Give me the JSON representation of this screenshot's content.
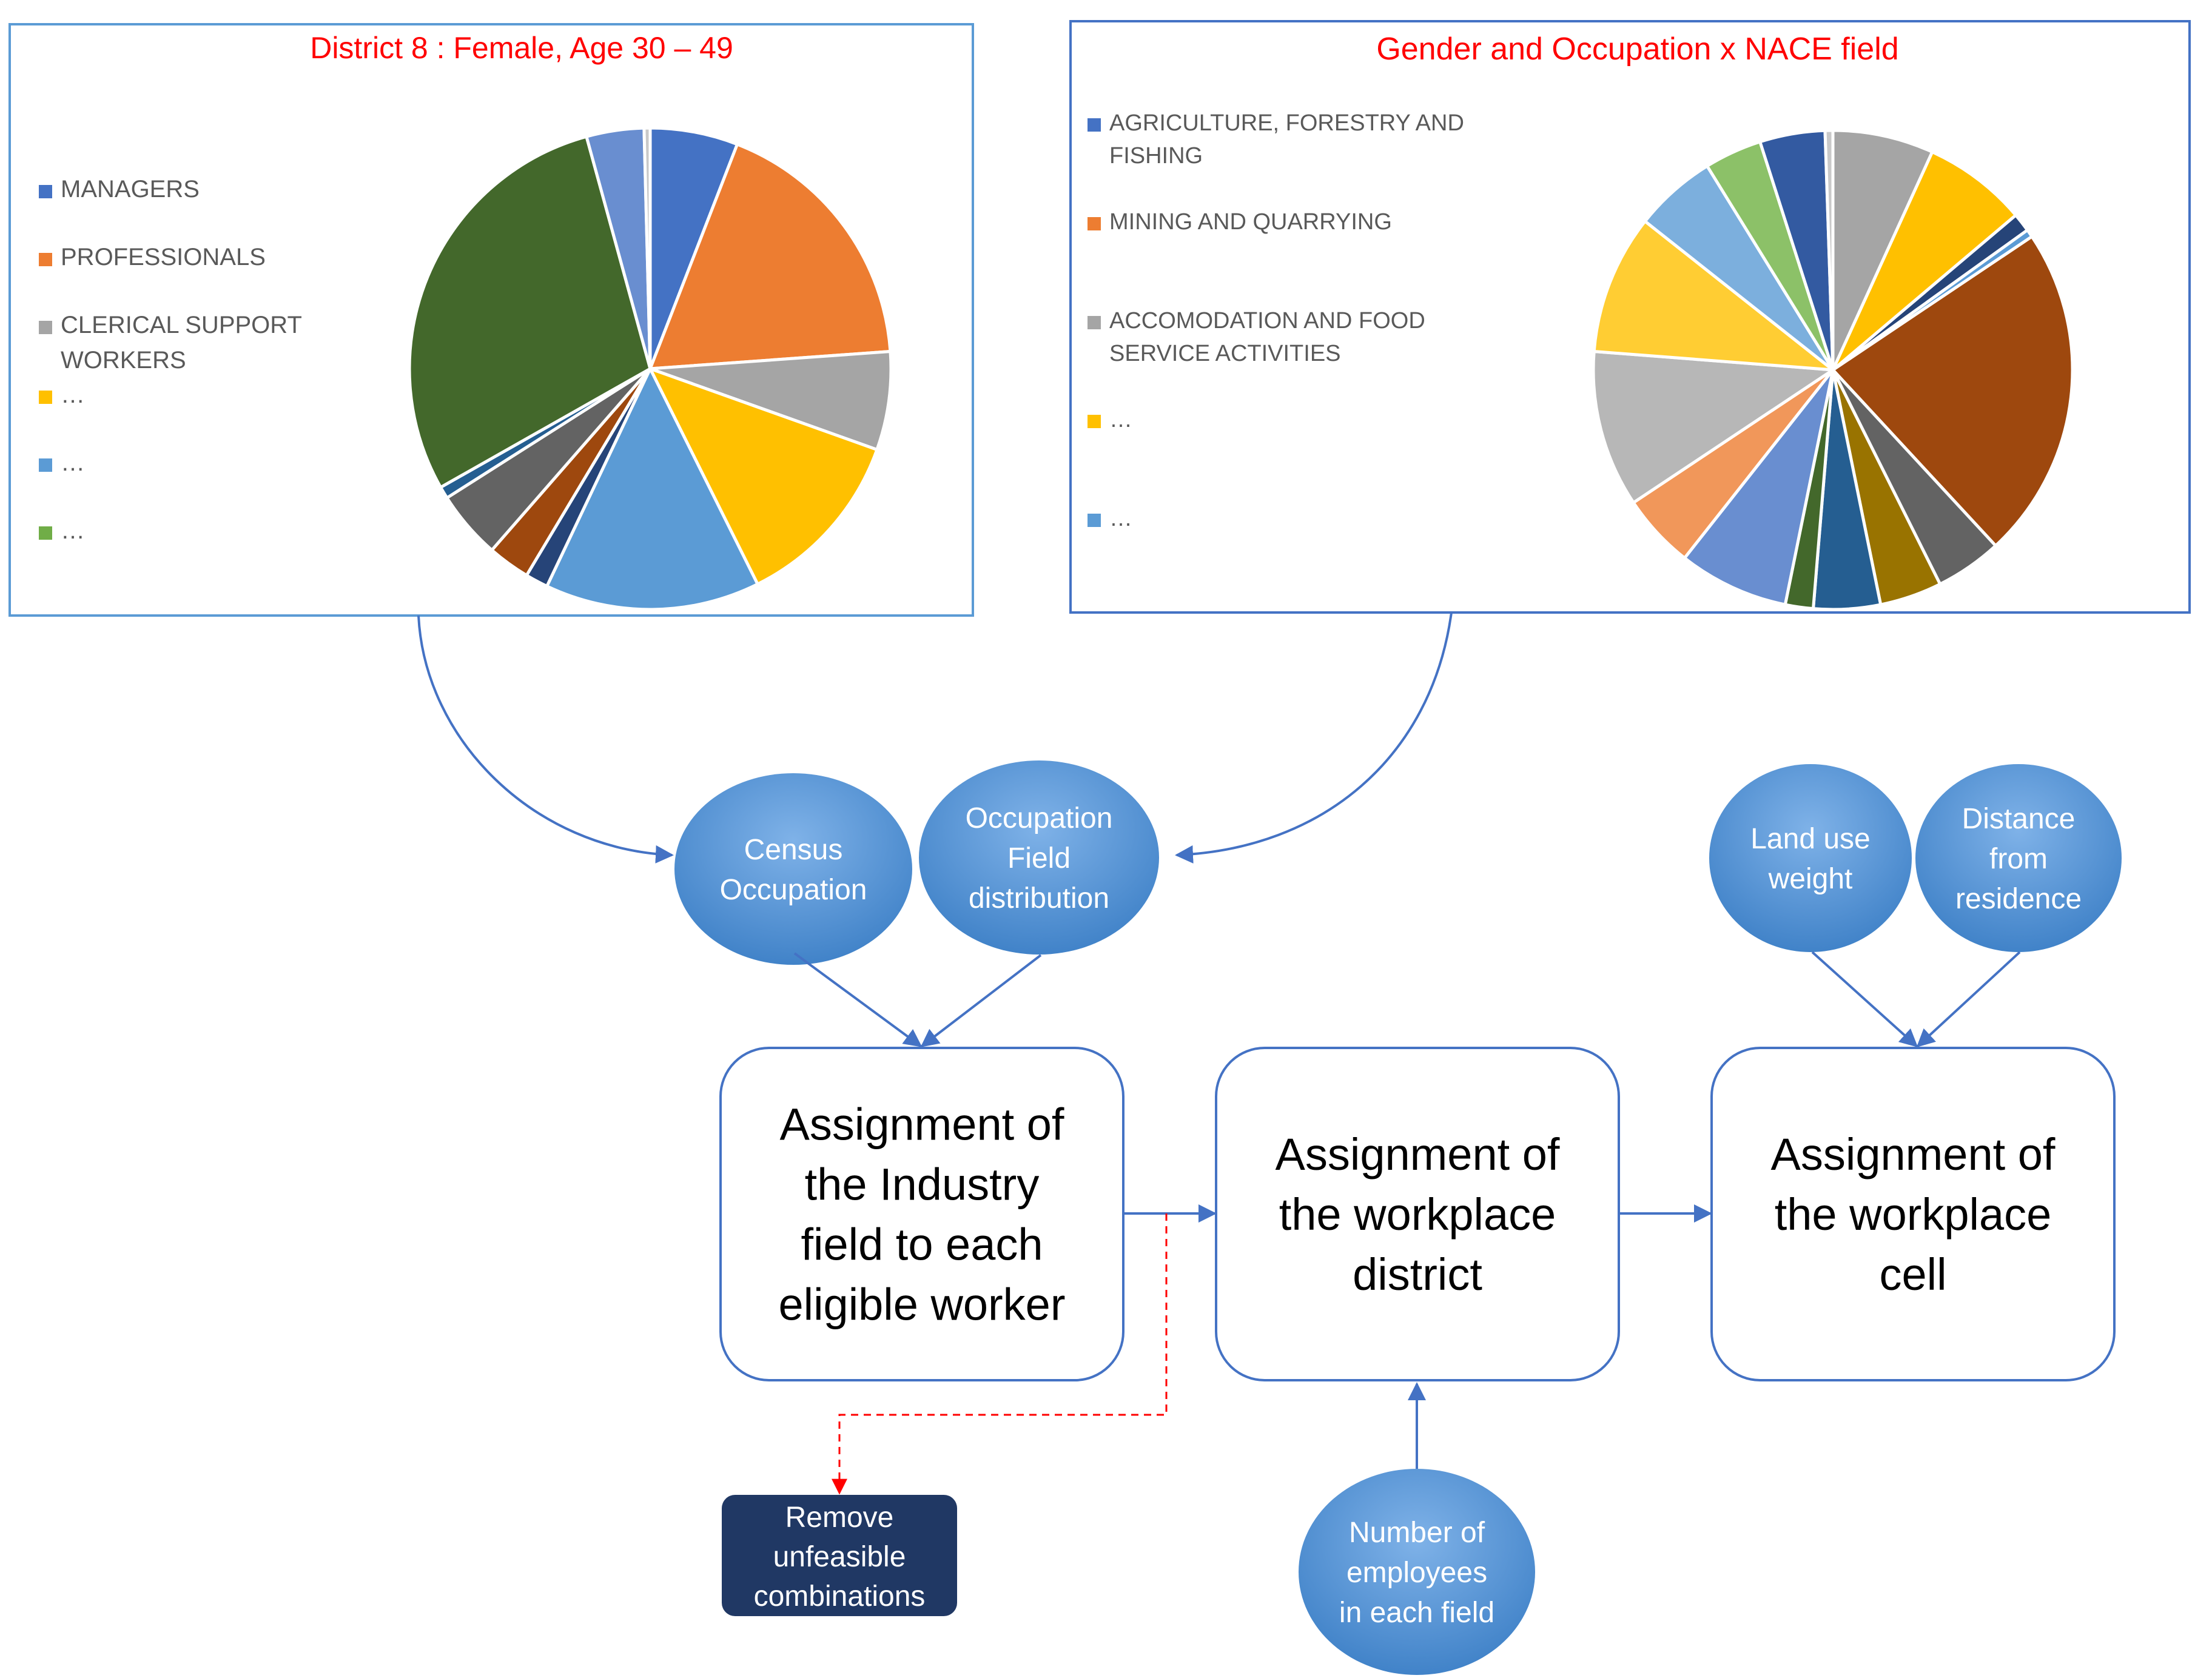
{
  "left_chart": {
    "title": "District 8 : Female, Age  30 – 49",
    "legend": [
      {
        "label_lines": [
          "MANAGERS"
        ],
        "color": "#4472C4"
      },
      {
        "label_lines": [
          "PROFESSIONALS"
        ],
        "color": "#ED7D31"
      },
      {
        "label_lines": [
          "CLERICAL SUPPORT",
          "WORKERS"
        ],
        "color": "#A5A5A5"
      },
      {
        "label_lines": [
          "…"
        ],
        "color": "#FFC000"
      },
      {
        "label_lines": [
          "…"
        ],
        "color": "#5B9BD5"
      },
      {
        "label_lines": [
          "…"
        ],
        "color": "#70AD47"
      }
    ]
  },
  "right_chart": {
    "title": "Gender and Occupation x NACE field",
    "legend": [
      {
        "label_lines": [
          "AGRICULTURE, FORESTRY AND",
          "FISHING"
        ],
        "color": "#4472C4"
      },
      {
        "label_lines": [
          "MINING AND QUARRYING"
        ],
        "color": "#ED7D31"
      },
      {
        "label_lines": [
          "ACCOMODATION AND FOOD",
          "SERVICE ACTIVITIES"
        ],
        "color": "#A5A5A5"
      },
      {
        "label_lines": [
          "…"
        ],
        "color": "#FFC000"
      },
      {
        "label_lines": [
          "…"
        ],
        "color": "#5B9BD5"
      }
    ]
  },
  "chart_data": [
    {
      "type": "pie",
      "title": "District 8 : Female, Age  30 – 49",
      "categories": [
        "MANAGERS",
        "PROFESSIONALS",
        "CLERICAL SUPPORT WORKERS",
        "…",
        "…",
        "…",
        "",
        "",
        "",
        "",
        "",
        "",
        "",
        ""
      ],
      "values": [
        5.8,
        17.7,
        6.5,
        12.0,
        14.2,
        1.5,
        2.8,
        4.5,
        0.8,
        28.5,
        3.8,
        0.4,
        0,
        0
      ],
      "colors": [
        "#4472C4",
        "#ED7D31",
        "#A5A5A5",
        "#FFC000",
        "#5B9BD5",
        "#264478",
        "#9E480E",
        "#636363",
        "#255E91",
        "#43682B",
        "#698ED0",
        "#C9C9C9"
      ],
      "legend_position": "left"
    },
    {
      "type": "pie",
      "title": "Gender and Occupation x NACE field",
      "categories": [
        "AGRICULTURE, FORESTRY AND FISHING",
        "MINING AND QUARRYING",
        "ACCOMODATION AND FOOD SERVICE ACTIVITIES",
        "…",
        "…"
      ],
      "values": [
        6.5,
        6.7,
        1.2,
        0.5,
        21.5,
        4.3,
        4.0,
        4.3,
        1.8,
        7.1,
        4.8,
        10.1,
        9.0,
        5.3,
        3.7,
        4.2,
        0.5
      ],
      "colors": [
        "#A5A5A5",
        "#FFC000",
        "#264478",
        "#5B9BD5",
        "#9E480E",
        "#636363",
        "#997300",
        "#255E91",
        "#43682B",
        "#698ED0",
        "#F1975A",
        "#B7B7B7",
        "#FFCD33",
        "#7CAFDD",
        "#8CC168",
        "#335AA1",
        "#C9C9C9"
      ],
      "legend_position": "left"
    }
  ],
  "inputs": {
    "census_occupation": [
      "Census",
      "Occupation"
    ],
    "occupation_field": [
      "Occupation",
      "Field",
      "distribution"
    ],
    "land_use": [
      "Land use",
      "weight"
    ],
    "distance": [
      "Distance",
      "from",
      "residence"
    ],
    "employees": [
      "Number of",
      "employees",
      "in each field"
    ]
  },
  "process": {
    "industry": [
      "Assignment of",
      "the Industry",
      "field to each",
      "eligible worker"
    ],
    "district": [
      "Assignment of",
      "the workplace",
      "district"
    ],
    "cell": [
      "Assignment of",
      "the workplace",
      "cell"
    ]
  },
  "remove": [
    "Remove",
    "unfeasible",
    "combinations"
  ],
  "colors": {
    "accent": "#4472C4",
    "title_red": "#FF0000",
    "bubble": "#4E8ED2",
    "remove_box": "#203864",
    "dashed_arrow": "#FF0000"
  }
}
